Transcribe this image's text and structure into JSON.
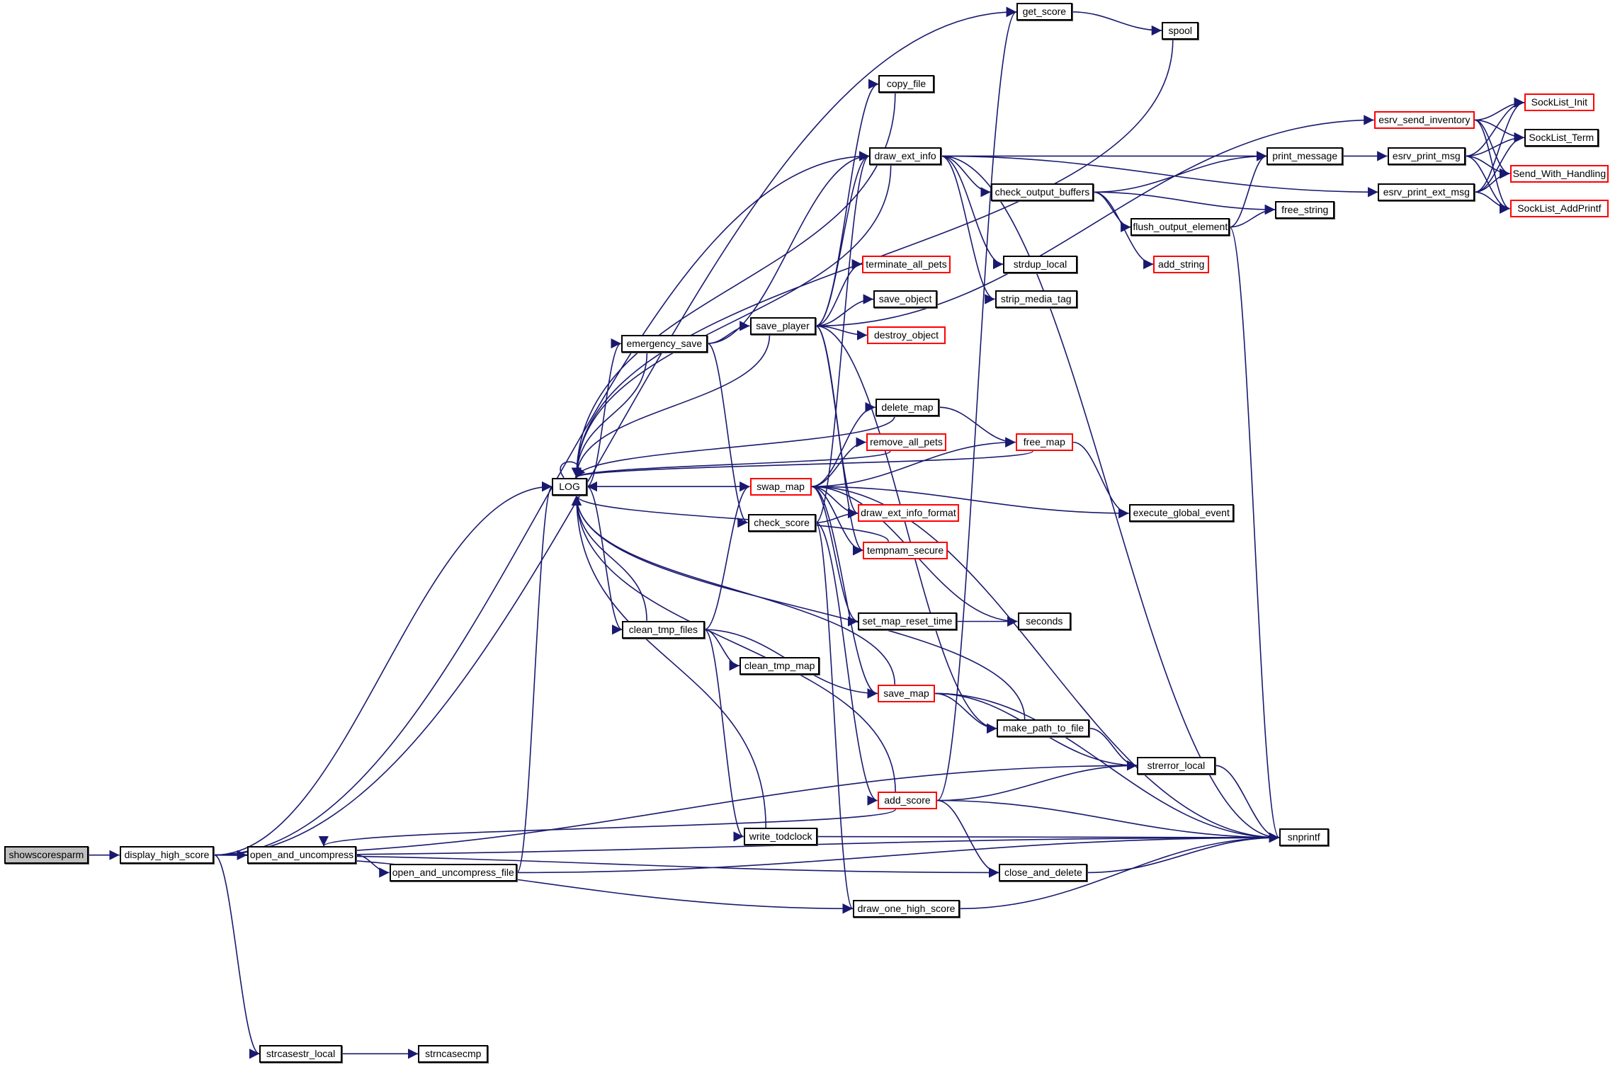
{
  "colors": {
    "edge": "#191970",
    "incomplete_border": "#ff0000",
    "root_fill": "#bfbfbf",
    "node_border": "#000000"
  },
  "nodes": [
    {
      "id": "showscoresparm",
      "label": "showscoresparm",
      "root": true
    },
    {
      "id": "display_high_score",
      "label": "display_high_score"
    },
    {
      "id": "open_and_uncompress",
      "label": "open_and_uncompress"
    },
    {
      "id": "open_and_uncompress_file",
      "label": "open_and_uncompress_file"
    },
    {
      "id": "strcasestr_local",
      "label": "strcasestr_local"
    },
    {
      "id": "strncasecmp",
      "label": "strncasecmp"
    },
    {
      "id": "LOG",
      "label": "LOG"
    },
    {
      "id": "get_score",
      "label": "get_score"
    },
    {
      "id": "spool",
      "label": "spool"
    },
    {
      "id": "copy_file",
      "label": "copy_file"
    },
    {
      "id": "draw_ext_info",
      "label": "draw_ext_info"
    },
    {
      "id": "esrv_send_inventory",
      "label": "esrv_send_inventory",
      "incomplete": true
    },
    {
      "id": "SockList_Init",
      "label": "SockList_Init",
      "incomplete": true
    },
    {
      "id": "SockList_Term",
      "label": "SockList_Term"
    },
    {
      "id": "print_message",
      "label": "print_message"
    },
    {
      "id": "esrv_print_msg",
      "label": "esrv_print_msg"
    },
    {
      "id": "Send_With_Handling",
      "label": "Send_With_Handling",
      "incomplete": true
    },
    {
      "id": "esrv_print_ext_msg",
      "label": "esrv_print_ext_msg"
    },
    {
      "id": "SockList_AddPrintf",
      "label": "SockList_AddPrintf",
      "incomplete": true
    },
    {
      "id": "check_output_buffers",
      "label": "check_output_buffers"
    },
    {
      "id": "free_string",
      "label": "free_string"
    },
    {
      "id": "flush_output_element",
      "label": "flush_output_element"
    },
    {
      "id": "add_string",
      "label": "add_string",
      "incomplete": true
    },
    {
      "id": "strdup_local",
      "label": "strdup_local"
    },
    {
      "id": "terminate_all_pets",
      "label": "terminate_all_pets",
      "incomplete": true
    },
    {
      "id": "strip_media_tag",
      "label": "strip_media_tag"
    },
    {
      "id": "save_object",
      "label": "save_object"
    },
    {
      "id": "save_player",
      "label": "save_player"
    },
    {
      "id": "destroy_object",
      "label": "destroy_object",
      "incomplete": true
    },
    {
      "id": "emergency_save",
      "label": "emergency_save"
    },
    {
      "id": "delete_map",
      "label": "delete_map"
    },
    {
      "id": "remove_all_pets",
      "label": "remove_all_pets",
      "incomplete": true
    },
    {
      "id": "free_map",
      "label": "free_map",
      "incomplete": true
    },
    {
      "id": "swap_map",
      "label": "swap_map",
      "incomplete": true
    },
    {
      "id": "draw_ext_info_format",
      "label": "draw_ext_info_format",
      "incomplete": true
    },
    {
      "id": "execute_global_event",
      "label": "execute_global_event"
    },
    {
      "id": "check_score",
      "label": "check_score"
    },
    {
      "id": "tempnam_secure",
      "label": "tempnam_secure",
      "incomplete": true
    },
    {
      "id": "set_map_reset_time",
      "label": "set_map_reset_time"
    },
    {
      "id": "seconds",
      "label": "seconds"
    },
    {
      "id": "clean_tmp_files",
      "label": "clean_tmp_files"
    },
    {
      "id": "clean_tmp_map",
      "label": "clean_tmp_map"
    },
    {
      "id": "save_map",
      "label": "save_map",
      "incomplete": true
    },
    {
      "id": "make_path_to_file",
      "label": "make_path_to_file"
    },
    {
      "id": "strerror_local",
      "label": "strerror_local"
    },
    {
      "id": "add_score",
      "label": "add_score",
      "incomplete": true
    },
    {
      "id": "write_todclock",
      "label": "write_todclock"
    },
    {
      "id": "snprintf",
      "label": "snprintf"
    },
    {
      "id": "close_and_delete",
      "label": "close_and_delete"
    },
    {
      "id": "draw_one_high_score",
      "label": "draw_one_high_score"
    }
  ],
  "edges": [
    [
      "showscoresparm",
      "display_high_score"
    ],
    [
      "display_high_score",
      "get_score"
    ],
    [
      "display_high_score",
      "draw_ext_info"
    ],
    [
      "display_high_score",
      "LOG"
    ],
    [
      "display_high_score",
      "open_and_uncompress"
    ],
    [
      "display_high_score",
      "strerror_local"
    ],
    [
      "display_high_score",
      "close_and_delete"
    ],
    [
      "display_high_score",
      "draw_one_high_score"
    ],
    [
      "display_high_score",
      "snprintf"
    ],
    [
      "display_high_score",
      "strcasestr_local"
    ],
    [
      "open_and_uncompress",
      "open_and_uncompress_file"
    ],
    [
      "open_and_uncompress_file",
      "LOG"
    ],
    [
      "open_and_uncompress_file",
      "snprintf"
    ],
    [
      "strcasestr_local",
      "strncasecmp"
    ],
    [
      "get_score",
      "spool"
    ],
    [
      "spool",
      "LOG"
    ],
    [
      "copy_file",
      "LOG"
    ],
    [
      "draw_ext_info",
      "LOG"
    ],
    [
      "draw_ext_info",
      "print_message"
    ],
    [
      "draw_ext_info",
      "check_output_buffers"
    ],
    [
      "draw_ext_info",
      "strdup_local"
    ],
    [
      "draw_ext_info",
      "strip_media_tag"
    ],
    [
      "draw_ext_info",
      "esrv_print_ext_msg"
    ],
    [
      "draw_ext_info",
      "snprintf"
    ],
    [
      "esrv_send_inventory",
      "SockList_Init"
    ],
    [
      "esrv_send_inventory",
      "SockList_Term"
    ],
    [
      "esrv_send_inventory",
      "Send_With_Handling"
    ],
    [
      "esrv_send_inventory",
      "SockList_AddPrintf"
    ],
    [
      "print_message",
      "esrv_print_msg"
    ],
    [
      "esrv_print_msg",
      "SockList_Init"
    ],
    [
      "esrv_print_msg",
      "SockList_Term"
    ],
    [
      "esrv_print_msg",
      "Send_With_Handling"
    ],
    [
      "esrv_print_msg",
      "SockList_AddPrintf"
    ],
    [
      "esrv_print_ext_msg",
      "SockList_Init"
    ],
    [
      "esrv_print_ext_msg",
      "SockList_Term"
    ],
    [
      "esrv_print_ext_msg",
      "Send_With_Handling"
    ],
    [
      "esrv_print_ext_msg",
      "SockList_AddPrintf"
    ],
    [
      "check_output_buffers",
      "print_message"
    ],
    [
      "check_output_buffers",
      "free_string"
    ],
    [
      "check_output_buffers",
      "flush_output_element"
    ],
    [
      "check_output_buffers",
      "add_string"
    ],
    [
      "flush_output_element",
      "print_message"
    ],
    [
      "flush_output_element",
      "free_string"
    ],
    [
      "flush_output_element",
      "snprintf"
    ],
    [
      "emergency_save",
      "LOG"
    ],
    [
      "emergency_save",
      "save_player"
    ],
    [
      "emergency_save",
      "draw_ext_info"
    ],
    [
      "emergency_save",
      "check_score"
    ],
    [
      "save_player",
      "LOG"
    ],
    [
      "save_player",
      "copy_file"
    ],
    [
      "save_player",
      "draw_ext_info"
    ],
    [
      "save_player",
      "esrv_send_inventory"
    ],
    [
      "save_player",
      "terminate_all_pets"
    ],
    [
      "save_player",
      "save_object"
    ],
    [
      "save_player",
      "destroy_object"
    ],
    [
      "save_player",
      "draw_ext_info_format"
    ],
    [
      "save_player",
      "tempnam_secure"
    ],
    [
      "save_player",
      "make_path_to_file"
    ],
    [
      "LOG",
      "LOG"
    ],
    [
      "LOG",
      "emergency_save"
    ],
    [
      "LOG",
      "clean_tmp_files"
    ],
    [
      "delete_map",
      "LOG"
    ],
    [
      "delete_map",
      "free_map"
    ],
    [
      "remove_all_pets",
      "LOG"
    ],
    [
      "free_map",
      "LOG"
    ],
    [
      "free_map",
      "execute_global_event"
    ],
    [
      "swap_map",
      "LOG"
    ],
    [
      "swap_map",
      "delete_map"
    ],
    [
      "swap_map",
      "remove_all_pets"
    ],
    [
      "swap_map",
      "free_map"
    ],
    [
      "swap_map",
      "draw_ext_info_format"
    ],
    [
      "swap_map",
      "tempnam_secure"
    ],
    [
      "swap_map",
      "set_map_reset_time"
    ],
    [
      "swap_map",
      "seconds"
    ],
    [
      "swap_map",
      "save_map"
    ],
    [
      "swap_map",
      "execute_global_event"
    ],
    [
      "swap_map",
      "snprintf"
    ],
    [
      "check_score",
      "draw_ext_info"
    ],
    [
      "check_score",
      "draw_ext_info_format"
    ],
    [
      "check_score",
      "add_score"
    ],
    [
      "check_score",
      "draw_one_high_score"
    ],
    [
      "tempnam_secure",
      "LOG"
    ],
    [
      "set_map_reset_time",
      "seconds"
    ],
    [
      "clean_tmp_files",
      "LOG"
    ],
    [
      "clean_tmp_files",
      "swap_map"
    ],
    [
      "clean_tmp_files",
      "clean_tmp_map"
    ],
    [
      "clean_tmp_files",
      "save_map"
    ],
    [
      "clean_tmp_files",
      "write_todclock"
    ],
    [
      "save_map",
      "LOG"
    ],
    [
      "save_map",
      "make_path_to_file"
    ],
    [
      "save_map",
      "strerror_local"
    ],
    [
      "save_map",
      "snprintf"
    ],
    [
      "make_path_to_file",
      "LOG"
    ],
    [
      "make_path_to_file",
      "strerror_local"
    ],
    [
      "strerror_local",
      "snprintf"
    ],
    [
      "add_score",
      "LOG"
    ],
    [
      "add_score",
      "get_score"
    ],
    [
      "add_score",
      "open_and_uncompress"
    ],
    [
      "add_score",
      "strerror_local"
    ],
    [
      "add_score",
      "snprintf"
    ],
    [
      "add_score",
      "close_and_delete"
    ],
    [
      "write_todclock",
      "LOG"
    ],
    [
      "write_todclock",
      "snprintf"
    ],
    [
      "close_and_delete",
      "snprintf"
    ],
    [
      "draw_one_high_score",
      "snprintf"
    ]
  ]
}
